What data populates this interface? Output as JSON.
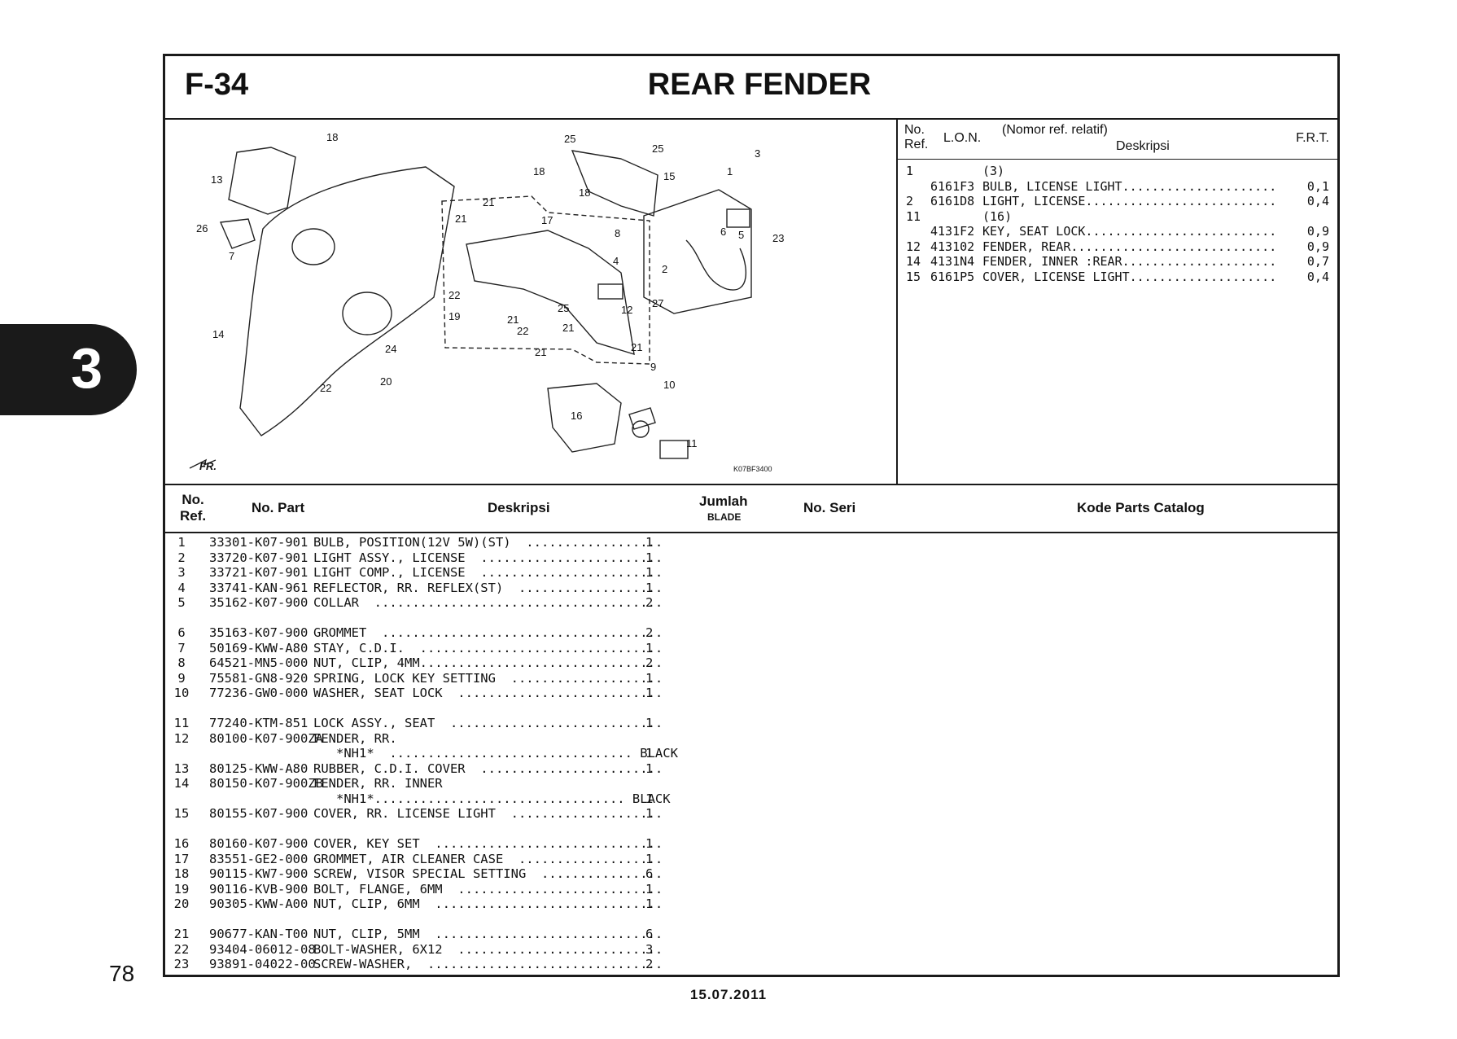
{
  "header": {
    "code": "F-34",
    "title": "REAR FENDER"
  },
  "section_tab": "3",
  "page_number": "78",
  "footer_date": "15.07.2011",
  "diagram": {
    "fr_label": "FR.",
    "figure_code": "K07BF3400",
    "callouts": [
      "13",
      "26",
      "7",
      "18",
      "14",
      "22",
      "24",
      "20",
      "25",
      "25",
      "18",
      "18",
      "21",
      "21",
      "17",
      "8",
      "15",
      "3",
      "1",
      "6",
      "5",
      "23",
      "2",
      "4",
      "22",
      "19",
      "21",
      "25",
      "12",
      "27",
      "22",
      "21",
      "21",
      "21",
      "9",
      "10",
      "16",
      "11"
    ]
  },
  "lon_table": {
    "headers": {
      "no_ref": "No.\nRef.",
      "lon": "L.O.N.",
      "relatif": "(Nomor ref. relatif)",
      "deskripsi": "Deskripsi",
      "frt": "F.R.T."
    },
    "rows": [
      {
        "ref": "1",
        "lon": "",
        "desc": "(3)",
        "frt": ""
      },
      {
        "ref": "",
        "lon": "6161F3",
        "desc": "BULB, LICENSE LIGHT.....................",
        "frt": "0,1"
      },
      {
        "ref": "2",
        "lon": "6161D8",
        "desc": "LIGHT, LICENSE..........................",
        "frt": "0,4"
      },
      {
        "ref": "11",
        "lon": "",
        "desc": "(16)",
        "frt": ""
      },
      {
        "ref": "",
        "lon": "4131F2",
        "desc": "KEY, SEAT LOCK..........................",
        "frt": "0,9"
      },
      {
        "ref": "12",
        "lon": "413102",
        "desc": "FENDER, REAR............................",
        "frt": "0,9"
      },
      {
        "ref": "14",
        "lon": "4131N4",
        "desc": "FENDER, INNER :REAR.....................",
        "frt": "0,7"
      },
      {
        "ref": "15",
        "lon": "6161P5",
        "desc": "COVER, LICENSE LIGHT....................",
        "frt": "0,4"
      }
    ]
  },
  "parts_table": {
    "headers": {
      "no_ref": "No.\nRef.",
      "no_part": "No. Part",
      "deskripsi": "Deskripsi",
      "jumlah": "Jumlah",
      "blade": "BLADE",
      "no_seri": "No. Seri",
      "kode": "Kode Parts Catalog"
    },
    "rows": [
      {
        "ref": "1",
        "part": "33301-K07-901",
        "desc": "BULB, POSITION(12V 5W)(ST)  ..................",
        "qty": "1",
        "gap": false
      },
      {
        "ref": "2",
        "part": "33720-K07-901",
        "desc": "LIGHT ASSY., LICENSE  ........................",
        "qty": "1",
        "gap": false
      },
      {
        "ref": "3",
        "part": "33721-K07-901",
        "desc": "LIGHT COMP., LICENSE  ........................",
        "qty": "1",
        "gap": false
      },
      {
        "ref": "4",
        "part": "33741-KAN-961",
        "desc": "REFLECTOR, RR. REFLEX(ST)  ...................",
        "qty": "1",
        "gap": false
      },
      {
        "ref": "5",
        "part": "35162-K07-900",
        "desc": "COLLAR  ......................................",
        "qty": "2",
        "gap": false
      },
      {
        "ref": "6",
        "part": "35163-K07-900",
        "desc": "GROMMET  .....................................",
        "qty": "2",
        "gap": true
      },
      {
        "ref": "7",
        "part": "50169-KWW-A80",
        "desc": "STAY, C.D.I.  ................................",
        "qty": "1",
        "gap": false
      },
      {
        "ref": "8",
        "part": "64521-MN5-000",
        "desc": "NUT, CLIP, 4MM................................",
        "qty": "2",
        "gap": false
      },
      {
        "ref": "9",
        "part": "75581-GN8-920",
        "desc": "SPRING, LOCK KEY SETTING  ....................",
        "qty": "1",
        "gap": false
      },
      {
        "ref": "10",
        "part": "77236-GW0-000",
        "desc": "WASHER, SEAT LOCK  ...........................",
        "qty": "1",
        "gap": false
      },
      {
        "ref": "11",
        "part": "77240-KTM-851",
        "desc": "LOCK ASSY., SEAT  ............................",
        "qty": "1",
        "gap": true
      },
      {
        "ref": "12",
        "part": "80100-K07-900ZA",
        "desc": "FENDER, RR.",
        "qty": "",
        "gap": false
      },
      {
        "ref": "",
        "part": "",
        "desc": "   *NH1*  ................................ BLACK",
        "qty": "1",
        "gap": false
      },
      {
        "ref": "13",
        "part": "80125-KWW-A80",
        "desc": "RUBBER, C.D.I. COVER  ........................",
        "qty": "1",
        "gap": false
      },
      {
        "ref": "14",
        "part": "80150-K07-900ZB",
        "desc": "FENDER, RR. INNER",
        "qty": "",
        "gap": false
      },
      {
        "ref": "",
        "part": "",
        "desc": "   *NH1*................................. BLACK",
        "qty": "1",
        "gap": false
      },
      {
        "ref": "15",
        "part": "80155-K07-900",
        "desc": "COVER, RR. LICENSE LIGHT  ....................",
        "qty": "1",
        "gap": false
      },
      {
        "ref": "16",
        "part": "80160-K07-900",
        "desc": "COVER, KEY SET  ..............................",
        "qty": "1",
        "gap": true
      },
      {
        "ref": "17",
        "part": "83551-GE2-000",
        "desc": "GROMMET, AIR CLEANER CASE  ...................",
        "qty": "1",
        "gap": false
      },
      {
        "ref": "18",
        "part": "90115-KW7-900",
        "desc": "SCREW, VISOR SPECIAL SETTING  ................",
        "qty": "6",
        "gap": false
      },
      {
        "ref": "19",
        "part": "90116-KVB-900",
        "desc": "BOLT, FLANGE, 6MM  ...........................",
        "qty": "1",
        "gap": false
      },
      {
        "ref": "20",
        "part": "90305-KWW-A00",
        "desc": "NUT, CLIP, 6MM  ..............................",
        "qty": "1",
        "gap": false
      },
      {
        "ref": "21",
        "part": "90677-KAN-T00",
        "desc": "NUT, CLIP, 5MM  ..............................",
        "qty": "6",
        "gap": true
      },
      {
        "ref": "22",
        "part": "93404-06012-08",
        "desc": "BOLT-WASHER, 6X12  ...........................",
        "qty": "3",
        "gap": false
      },
      {
        "ref": "23",
        "part": "93891-04022-00",
        "desc": "SCREW-WASHER,  ...............................",
        "qty": "2",
        "gap": false
      }
    ]
  }
}
